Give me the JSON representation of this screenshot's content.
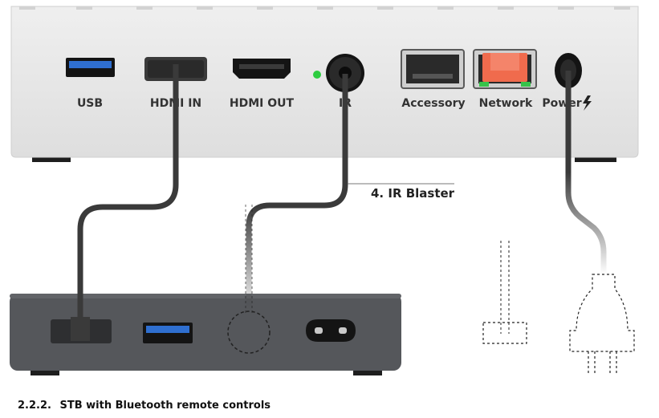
{
  "hub": {
    "ports": [
      {
        "id": "usb",
        "label": "USB"
      },
      {
        "id": "hdmi-in",
        "label": "HDMI IN"
      },
      {
        "id": "hdmi-out",
        "label": "HDMI OUT"
      },
      {
        "id": "ir",
        "label": "IR"
      },
      {
        "id": "accessory",
        "label": "Accessory"
      },
      {
        "id": "network",
        "label": "Network"
      },
      {
        "id": "power",
        "label": "Power"
      }
    ],
    "power_icon": "lightning-bolt-icon",
    "status_led_color": "#2ecc40"
  },
  "callout": {
    "label": "4. IR Blaster"
  },
  "caption": {
    "number": "2.2.2.",
    "text": "STB with Bluetooth remote controls"
  },
  "colors": {
    "hub_body": "#e6e6e6",
    "stb_body": "#55575b",
    "cable": "#3a3a3a",
    "network_cable": "#ef4a3a",
    "network_port": "#f06b4d",
    "network_leds": "#37c24a"
  }
}
